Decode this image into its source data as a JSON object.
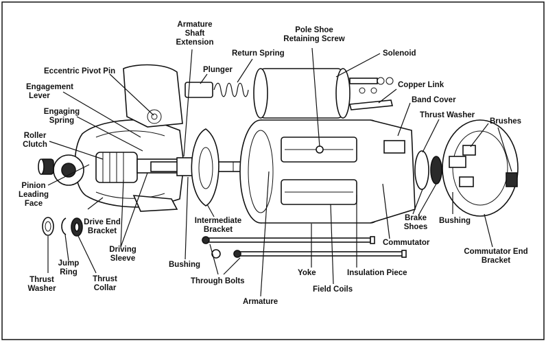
{
  "labels": {
    "armature_shaft_extension": [
      "Armature",
      "Shaft",
      "Extension"
    ],
    "pole_shoe_retaining_screw": [
      "Pole Shoe",
      "Retaining Screw"
    ],
    "solenoid": "Solenoid",
    "return_spring": "Return Spring",
    "plunger": "Plunger",
    "eccentric_pivot_pin": "Eccentric Pivot Pin",
    "engagement_lever": [
      "Engagement",
      "Lever"
    ],
    "engaging_spring": [
      "Engaging",
      "Spring"
    ],
    "roller_clutch": [
      "Roller",
      "Clutch"
    ],
    "pinion_leading_face": [
      "Pinion",
      "Leading",
      "Face"
    ],
    "copper_link": "Copper Link",
    "band_cover": "Band Cover",
    "thrust_washer_right": "Thrust Washer",
    "brushes": "Brushes",
    "drive_end_bracket": [
      "Drive End",
      "Bracket"
    ],
    "driving_sleeve": [
      "Driving",
      "Sleeve"
    ],
    "intermediate_bracket": [
      "Intermediate",
      "Bracket"
    ],
    "brake_shoes": [
      "Brake",
      "Shoes"
    ],
    "bushing_right": "Bushing",
    "commutator": "Commutator",
    "commutator_end_bracket": [
      "Commutator End",
      "Bracket"
    ],
    "thrust_washer_left": [
      "Thrust",
      "Washer"
    ],
    "jump_ring": [
      "Jump",
      "Ring"
    ],
    "thrust_collar": [
      "Thrust",
      "Collar"
    ],
    "bushing_left": "Bushing",
    "through_bolts": "Through Bolts",
    "yoke": "Yoke",
    "insulation_piece": "Insulation Piece",
    "field_coils": "Field Coils",
    "armature": "Armature"
  }
}
